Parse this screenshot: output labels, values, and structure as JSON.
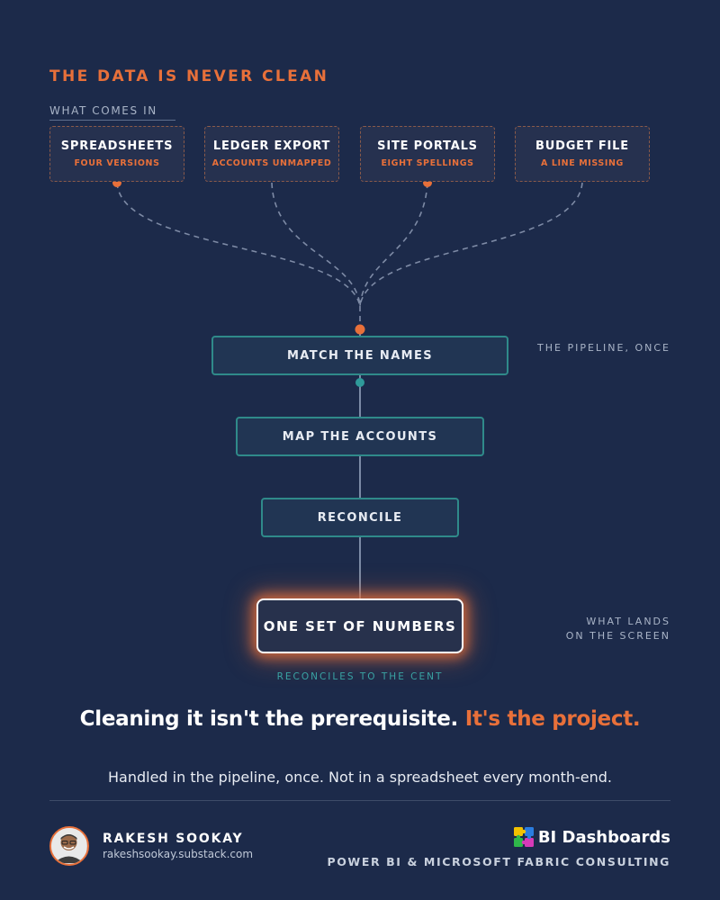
{
  "kicker": "THE DATA IS NEVER CLEAN",
  "incoming_label": "WHAT COMES IN",
  "sources": [
    {
      "title": "SPREADSHEETS",
      "note": "FOUR VERSIONS"
    },
    {
      "title": "LEDGER EXPORT",
      "note": "ACCOUNTS UNMAPPED"
    },
    {
      "title": "SITE PORTALS",
      "note": "EIGHT SPELLINGS"
    },
    {
      "title": "BUDGET FILE",
      "note": "A LINE MISSING"
    }
  ],
  "pipeline_label": "THE PIPELINE, ONCE",
  "steps": [
    "MATCH THE NAMES",
    "MAP THE ACCOUNTS",
    "RECONCILE"
  ],
  "output": {
    "label_line1": "WHAT LANDS",
    "label_line2": "ON THE SCREEN",
    "title": "ONE SET OF NUMBERS",
    "subtitle": "RECONCILES TO THE CENT"
  },
  "headline": {
    "main": "Cleaning it isn't the prerequisite.",
    "accent": "It's the project."
  },
  "subline": "Handled in the pipeline, once. Not in a spreadsheet every month-end.",
  "author": {
    "name": "RAKESH SOOKAY",
    "url": "rakeshsookay.substack.com"
  },
  "brand": {
    "name": "BI Dashboards",
    "tagline": "POWER BI & MICROSOFT FABRIC CONSULTING",
    "logo_icon": "puzzle-icon"
  },
  "colors": {
    "background": "#1c2a4a",
    "accent_orange": "#e8703a",
    "accent_teal": "#2f8a8a"
  }
}
